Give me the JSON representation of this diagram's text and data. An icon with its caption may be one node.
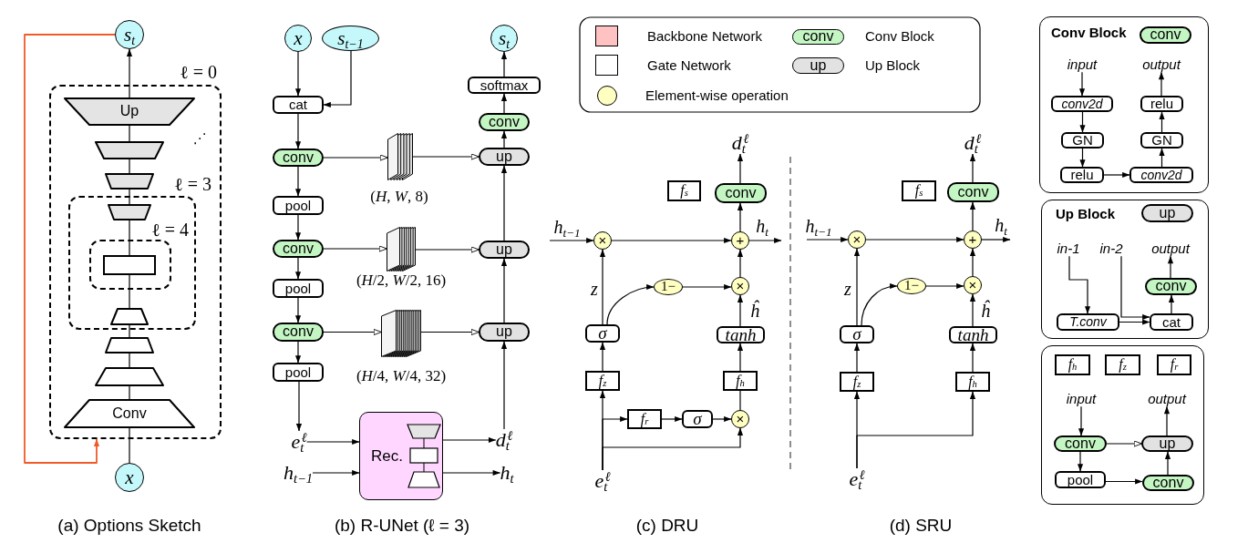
{
  "diagram": {
    "nodes": [
      {
        "text": [
          "s$_{t}$"
        ]
      },
      {
        "text": [
          "ℓ = 0"
        ]
      },
      {
        "text": [
          "Up"
        ],
        "in": 1
      },
      {
        "text": [],
        "shape": "trapezoid",
        "in": 1
      },
      {
        "text": [],
        "shape": "trapezoid",
        "in": 1
      },
      {
        "text": [
          "ℓ = 3"
        ],
        "in": 1
      },
      {
        "text": [],
        "shape": "trapezoid",
        "in": 5
      },
      {
        "text": [
          "ℓ = 4"
        ],
        "in": 5
      },
      {
        "text": [],
        "shape": "box",
        "in": 7
      },
      {
        "text": [],
        "shape": "trapezoid",
        "in": 5
      },
      {
        "text": [],
        "shape": "trapezoid",
        "in": 1
      },
      {
        "text": [],
        "shape": "trapezoid",
        "in": 1
      },
      {
        "text": [
          "Conv"
        ],
        "in": 1
      },
      {
        "text": [
          "x"
        ]
      },
      {
        "text": [
          "x"
        ]
      },
      {
        "text": [
          "s$_{t−1}$"
        ]
      },
      {
        "text": [
          "s$_{t}$"
        ]
      },
      {
        "text": [
          "softmax"
        ]
      },
      {
        "text": [
          "cat"
        ]
      },
      {
        "text": [
          "conv"
        ]
      },
      {
        "text": [
          "conv"
        ]
      },
      {
        "text": [],
        "shape": "picture",
        "beside": [
          "(*H*, *W*, 8)"
        ]
      },
      {
        "text": [
          "up"
        ]
      },
      {
        "text": [
          "pool"
        ]
      },
      {
        "text": [
          "conv"
        ]
      },
      {
        "text": [],
        "shape": "picture",
        "beside": [
          "(*H*/2, *W*/2, 16)"
        ]
      },
      {
        "text": [
          "up"
        ]
      },
      {
        "text": [
          "pool"
        ]
      },
      {
        "text": [
          "conv"
        ]
      },
      {
        "text": [],
        "shape": "picture",
        "beside": [
          "(*H*/4, *W*/4, 32)"
        ]
      },
      {
        "text": [
          "up"
        ]
      },
      {
        "text": [
          "pool"
        ]
      },
      {
        "text": [
          "e$_{t}$$^{ℓ}$"
        ]
      },
      {
        "text": [
          "Rec."
        ]
      },
      {
        "text": [
          "d$_{t}$$^{ℓ}$"
        ]
      },
      {
        "text": [
          "h$_{t−1}$"
        ]
      },
      {
        "text": [
          "h$_{t}$"
        ]
      },
      {
        "text": [
          "d$_{t}$$^{ℓ}$"
        ]
      },
      {
        "text": [
          "f$_{s}$"
        ]
      },
      {
        "text": [
          "conv"
        ]
      },
      {
        "text": [
          "×"
        ]
      },
      {
        "text": [
          "+"
        ]
      },
      {
        "text": [
          "1−"
        ]
      },
      {
        "text": [
          "×"
        ]
      },
      {
        "text": [
          "σ"
        ]
      },
      {
        "text": [
          "tanh"
        ]
      },
      {
        "text": [
          "f$_{z}$"
        ]
      },
      {
        "text": [
          "f$_{h}$"
        ]
      },
      {
        "text": [
          "f$_{r}$"
        ]
      },
      {
        "text": [
          "σ"
        ]
      },
      {
        "text": [
          "×"
        ]
      },
      {
        "text": [
          "e$_{t}$$^{ℓ}$"
        ]
      },
      {
        "text": [
          "d$_{t}$$^{ℓ}$"
        ]
      },
      {
        "text": [
          "f$_{s}$"
        ]
      },
      {
        "text": [
          "conv"
        ]
      },
      {
        "text": [
          "×"
        ]
      },
      {
        "text": [
          "+"
        ]
      },
      {
        "text": [
          "1−"
        ]
      },
      {
        "text": [
          "×"
        ]
      },
      {
        "text": [
          "σ"
        ]
      },
      {
        "text": [
          "tanh"
        ]
      },
      {
        "text": [
          "f$_{z}$"
        ]
      },
      {
        "text": [
          "f$_{h}$"
        ]
      },
      {
        "text": [
          "e$_{t}$$^{ℓ}$"
        ]
      },
      {
        "text": [
          "Conv Block"
        ]
      },
      {
        "text": [
          "conv"
        ],
        "in": 64
      },
      {
        "text": [
          "input"
        ],
        "in": 64
      },
      {
        "text": [
          "output"
        ],
        "in": 64
      },
      {
        "text": [
          "conv2d"
        ],
        "in": 64
      },
      {
        "text": [
          "relu"
        ],
        "in": 64
      },
      {
        "text": [
          "GN"
        ],
        "in": 64
      },
      {
        "text": [
          "GN"
        ],
        "in": 64
      },
      {
        "text": [
          "relu"
        ],
        "in": 64
      },
      {
        "text": [
          "conv2d"
        ],
        "in": 64
      },
      {
        "text": [
          "Up Block"
        ]
      },
      {
        "text": [
          "up"
        ],
        "in": 74
      },
      {
        "text": [
          "in-1"
        ],
        "in": 74
      },
      {
        "text": [
          "in-2"
        ],
        "in": 74
      },
      {
        "text": [
          "output"
        ],
        "in": 74
      },
      {
        "text": [
          "conv"
        ],
        "in": 74
      },
      {
        "text": [
          "T.conv"
        ],
        "in": 74
      },
      {
        "text": [
          "cat"
        ],
        "in": 74
      },
      {
        "text": [],
        "shape": "box"
      },
      {
        "text": [
          "f$_{h}$"
        ],
        "in": 82
      },
      {
        "text": [
          "f$_{z}$"
        ],
        "in": 82
      },
      {
        "text": [
          "f$_{r}$"
        ],
        "in": 82
      },
      {
        "text": [
          "input"
        ],
        "in": 82
      },
      {
        "text": [
          "output"
        ],
        "in": 82
      },
      {
        "text": [
          "conv"
        ],
        "in": 82
      },
      {
        "text": [
          "up"
        ],
        "in": 82
      },
      {
        "text": [
          "pool"
        ],
        "in": 82
      },
      {
        "text": [
          "conv"
        ],
        "in": 82
      }
    ],
    "edges": [
      {
        "from": 13,
        "to": 12,
        "arrow": "none"
      },
      {
        "from": 12,
        "to": 11,
        "arrow": "none"
      },
      {
        "from": 11,
        "to": 10,
        "arrow": "none"
      },
      {
        "from": 10,
        "to": 9,
        "arrow": "none"
      },
      {
        "from": 9,
        "to": 8,
        "arrow": "none"
      },
      {
        "from": 8,
        "to": 6,
        "arrow": "none"
      },
      {
        "from": 6,
        "to": 4,
        "arrow": "none"
      },
      {
        "from": 4,
        "to": 3,
        "arrow": "none"
      },
      {
        "from": 3,
        "to": 2,
        "arrow": "none"
      },
      {
        "from": 2,
        "to": 0,
        "arrow": "to"
      },
      {
        "from": 0,
        "to": 1,
        "arrow": "to",
        "color": "#f05a28"
      },
      {
        "from": 14,
        "to": 18,
        "arrow": "to"
      },
      {
        "from": 15,
        "to": 18,
        "arrow": "to"
      },
      {
        "from": 18,
        "to": 20,
        "arrow": "to"
      },
      {
        "from": 20,
        "to": 23,
        "arrow": "to"
      },
      {
        "from": 23,
        "to": 24,
        "arrow": "to"
      },
      {
        "from": 24,
        "to": 27,
        "arrow": "to"
      },
      {
        "from": 27,
        "to": 28,
        "arrow": "to"
      },
      {
        "from": 28,
        "to": 31,
        "arrow": "to"
      },
      {
        "from": 31,
        "to": 32,
        "arrow": "to"
      },
      {
        "from": 20,
        "to": 21,
        "arrow": "to"
      },
      {
        "from": 21,
        "to": 22,
        "arrow": "to"
      },
      {
        "from": 24,
        "to": 25,
        "arrow": "to"
      },
      {
        "from": 25,
        "to": 26,
        "arrow": "to"
      },
      {
        "from": 28,
        "to": 29,
        "arrow": "to"
      },
      {
        "from": 29,
        "to": 30,
        "arrow": "to"
      },
      {
        "from": 34,
        "to": 30,
        "arrow": "to"
      },
      {
        "from": 30,
        "to": 26,
        "arrow": "to"
      },
      {
        "from": 26,
        "to": 22,
        "arrow": "to"
      },
      {
        "from": 22,
        "to": 19,
        "arrow": "to"
      },
      {
        "from": 19,
        "to": 17,
        "arrow": "to"
      },
      {
        "from": 17,
        "to": 16,
        "arrow": "to"
      },
      {
        "from": 32,
        "to": 33,
        "arrow": "to"
      },
      {
        "from": 35,
        "to": 33,
        "arrow": "to"
      },
      {
        "from": 33,
        "to": 34,
        "arrow": "to"
      },
      {
        "from": 33,
        "to": 36,
        "arrow": "to"
      },
      {
        "from": null,
        "to": 40,
        "arrow": "to",
        "label": "h$_{t−1}$"
      },
      {
        "from": 40,
        "to": 41,
        "arrow": "to"
      },
      {
        "from": 41,
        "to": null,
        "arrow": "to",
        "label": "h$_{t}$"
      },
      {
        "from": 41,
        "to": 39,
        "arrow": "to"
      },
      {
        "from": 39,
        "to": 37,
        "arrow": "to"
      },
      {
        "from": 44,
        "to": 40,
        "arrow": "to",
        "label": "z"
      },
      {
        "from": 44,
        "to": 42,
        "arrow": "to"
      },
      {
        "from": 42,
        "to": 43,
        "arrow": "to"
      },
      {
        "from": 43,
        "to": 41,
        "arrow": "to"
      },
      {
        "from": 45,
        "to": 43,
        "arrow": "to",
        "label": "ĥ"
      },
      {
        "from": 47,
        "to": 45,
        "arrow": "to"
      },
      {
        "from": 50,
        "to": 47,
        "arrow": "none"
      },
      {
        "from": 46,
        "to": 44,
        "arrow": "to"
      },
      {
        "from": 51,
        "to": 46,
        "arrow": "to"
      },
      {
        "from": 51,
        "to": 48,
        "arrow": "to"
      },
      {
        "from": 51,
        "to": 50,
        "arrow": "to"
      },
      {
        "from": 48,
        "to": 49,
        "arrow": "to"
      },
      {
        "from": 49,
        "to": 50,
        "arrow": "to"
      },
      {
        "from": null,
        "to": 55,
        "arrow": "to",
        "label": "h$_{t−1}$"
      },
      {
        "from": 55,
        "to": 56,
        "arrow": "to"
      },
      {
        "from": 56,
        "to": null,
        "arrow": "to",
        "label": "h$_{t}$"
      },
      {
        "from": 56,
        "to": 54,
        "arrow": "to"
      },
      {
        "from": 54,
        "to": 52,
        "arrow": "to"
      },
      {
        "from": 59,
        "to": 55,
        "arrow": "to",
        "label": "z"
      },
      {
        "from": 59,
        "to": 57,
        "arrow": "to"
      },
      {
        "from": 57,
        "to": 58,
        "arrow": "to"
      },
      {
        "from": 58,
        "to": 56,
        "arrow": "to"
      },
      {
        "from": 60,
        "to": 58,
        "arrow": "to",
        "label": "ĥ"
      },
      {
        "from": 62,
        "to": 60,
        "arrow": "to"
      },
      {
        "from": 61,
        "to": 59,
        "arrow": "to"
      },
      {
        "from": 63,
        "to": 61,
        "arrow": "to"
      },
      {
        "from": 63,
        "to": 62,
        "arrow": "to"
      },
      {
        "from": 66,
        "to": 68,
        "arrow": "to"
      },
      {
        "from": 68,
        "to": 70,
        "arrow": "to"
      },
      {
        "from": 70,
        "to": 72,
        "arrow": "to"
      },
      {
        "from": 72,
        "to": 73,
        "arrow": "to"
      },
      {
        "from": 73,
        "to": 71,
        "arrow": "to"
      },
      {
        "from": 71,
        "to": 69,
        "arrow": "to"
      },
      {
        "from": 69,
        "to": 67,
        "arrow": "to"
      },
      {
        "from": 76,
        "to": 80,
        "arrow": "to"
      },
      {
        "from": 77,
        "to": 81,
        "arrow": "to"
      },
      {
        "from": 80,
        "to": 81,
        "arrow": "to"
      },
      {
        "from": 81,
        "to": 79,
        "arrow": "to"
      },
      {
        "from": 79,
        "to": 78,
        "arrow": "to"
      },
      {
        "from": 86,
        "to": 88,
        "arrow": "to"
      },
      {
        "from": 88,
        "to": 90,
        "arrow": "to"
      },
      {
        "from": 88,
        "to": 89,
        "arrow": "to"
      },
      {
        "from": 90,
        "to": 91,
        "arrow": "to"
      },
      {
        "from": 91,
        "to": 89,
        "arrow": "to"
      },
      {
        "from": 89,
        "to": 87,
        "arrow": "to"
      }
    ],
    "labels": [
      "conv",
      "up",
      "⋰",
      "(a) Options Sketch",
      "(b) R-UNet (ℓ = 3)",
      "(c) DRU",
      "(d) SRU"
    ],
    "legend": [
      {
        "text": "Backbone Network",
        "color": "#ffc2c2"
      },
      {
        "text": "Conv Block",
        "color": "#c4f6c4"
      },
      {
        "text": "Gate Network",
        "color": "#ffffff"
      },
      {
        "text": "Up Block",
        "color": "#e2e2e2"
      },
      {
        "text": "Element-wise operation",
        "color": "#ffffc2"
      }
    ]
  }
}
